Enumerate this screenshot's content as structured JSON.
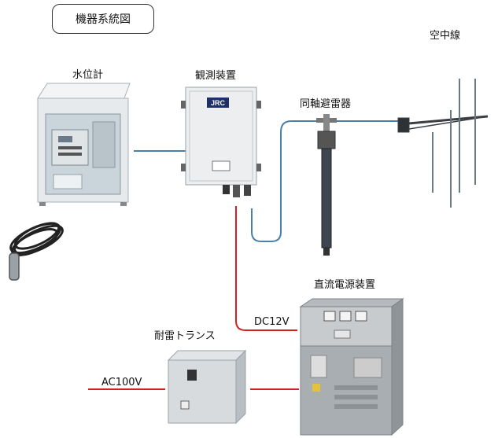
{
  "title": "機器系統図",
  "labels": {
    "water_level_gauge": "水位計",
    "observation_unit": "観測装置",
    "coaxial_arrester": "同軸避雷器",
    "antenna": "空中線",
    "dc_power_supply": "直流電源装置",
    "lightning_transformer": "耐雷トランス",
    "dc12v": "DC12V",
    "ac100v": "AC100V",
    "jrc_logo": "JRC"
  },
  "colors": {
    "signal_line": "#4a7fa8",
    "power_line": "#d42020",
    "cabinet_white": "#e9ecef",
    "cabinet_gray": "#9aa0a6"
  }
}
